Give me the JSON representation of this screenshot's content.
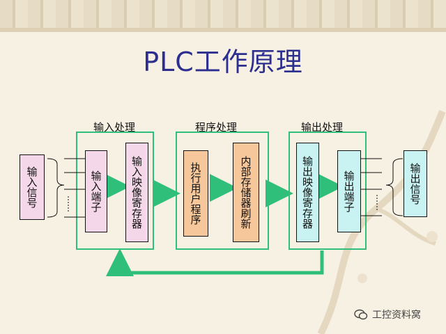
{
  "title": "PLC工作原理",
  "sections": {
    "input_processing": "输入处理",
    "program_processing": "程序处理",
    "output_processing": "输出处理"
  },
  "boxes": {
    "input_signal": "输入信号",
    "input_terminal": "输入端子",
    "input_image_register": "输入映像寄存器",
    "execute_user_program": "执行用户程序",
    "internal_register_refresh": "内部存储器刷新",
    "output_image_register": "输出映像寄存器",
    "output_terminal": "输出端子",
    "output_signal": "输出信号"
  },
  "watermark": "工控资料窝",
  "colors": {
    "title": "#2d2f8e",
    "group_border": "#2fbf7a",
    "arrow": "#2fbf7a",
    "pink_box": "#f4d7e8",
    "orange_box": "#f6c79a",
    "cyan_box": "#c9f3f3"
  }
}
